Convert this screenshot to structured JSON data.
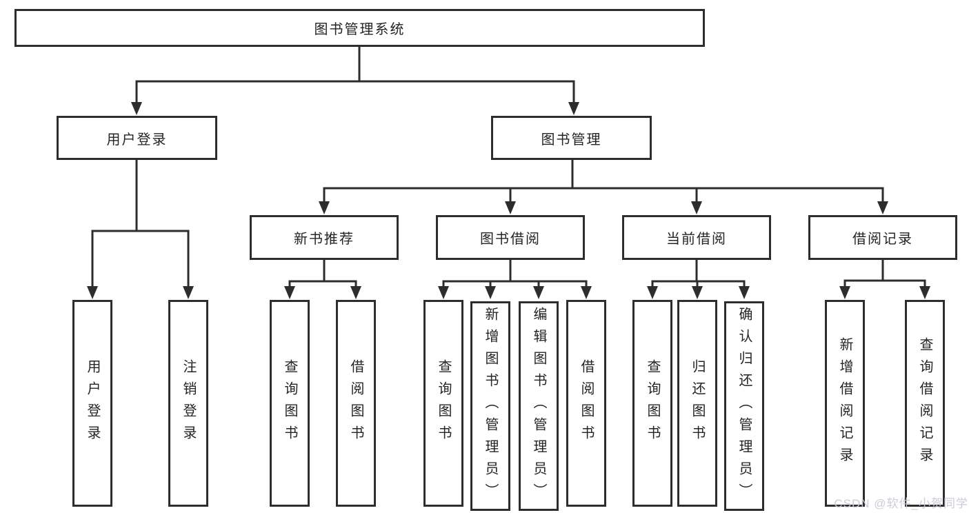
{
  "page": {
    "background": "#ffffff",
    "line_color": "#2d2d2d"
  },
  "diagram": {
    "root": {
      "label": "图书管理系统"
    },
    "level2": [
      {
        "label": "用户登录"
      },
      {
        "label": "图书管理"
      }
    ],
    "level3": [
      {
        "label": "新书推荐",
        "parent": "图书管理"
      },
      {
        "label": "图书借阅",
        "parent": "图书管理"
      },
      {
        "label": "当前借阅",
        "parent": "图书管理"
      },
      {
        "label": "借阅记录",
        "parent": "图书管理"
      }
    ],
    "leaves": [
      {
        "label": "用户登录",
        "parent": "用户登录"
      },
      {
        "label": "注销登录",
        "parent": "用户登录"
      },
      {
        "label": "查询图书",
        "parent": "新书推荐"
      },
      {
        "label": "借阅图书",
        "parent": "新书推荐"
      },
      {
        "label": "查询图书",
        "parent": "图书借阅"
      },
      {
        "label": "新增图书（管理员）",
        "parent": "图书借阅"
      },
      {
        "label": "编辑图书（管理员）",
        "parent": "图书借阅"
      },
      {
        "label": "借阅图书",
        "parent": "图书借阅"
      },
      {
        "label": "查询图书",
        "parent": "当前借阅"
      },
      {
        "label": "归还图书",
        "parent": "当前借阅"
      },
      {
        "label": "确认归还（管理员）",
        "parent": "当前借阅"
      },
      {
        "label": "新增借阅记录",
        "parent": "借阅记录"
      },
      {
        "label": "查询借阅记录",
        "parent": "借阅记录"
      }
    ]
  },
  "watermark": {
    "text": "CSDN @软件_小贺同学"
  }
}
